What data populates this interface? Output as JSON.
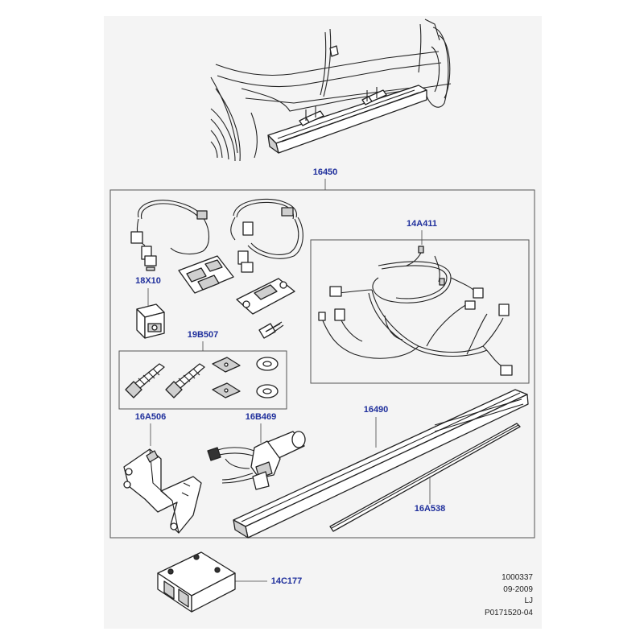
{
  "callouts": {
    "p16450": "16450",
    "p14A411": "14A411",
    "p18X10": "18X10",
    "p19B507": "19B507",
    "p16A506": "16A506",
    "p16B469": "16B469",
    "p16490": "16490",
    "p16A538": "16A538",
    "p14C177": "14C177"
  },
  "meta": {
    "number": "1000337",
    "date": "09-2009",
    "initials": "LJ",
    "reference": "P0171520-04"
  },
  "colors": {
    "callout_text": "#1f2f9c",
    "sheet_background": "#f4f4f4",
    "line": "#222222"
  }
}
